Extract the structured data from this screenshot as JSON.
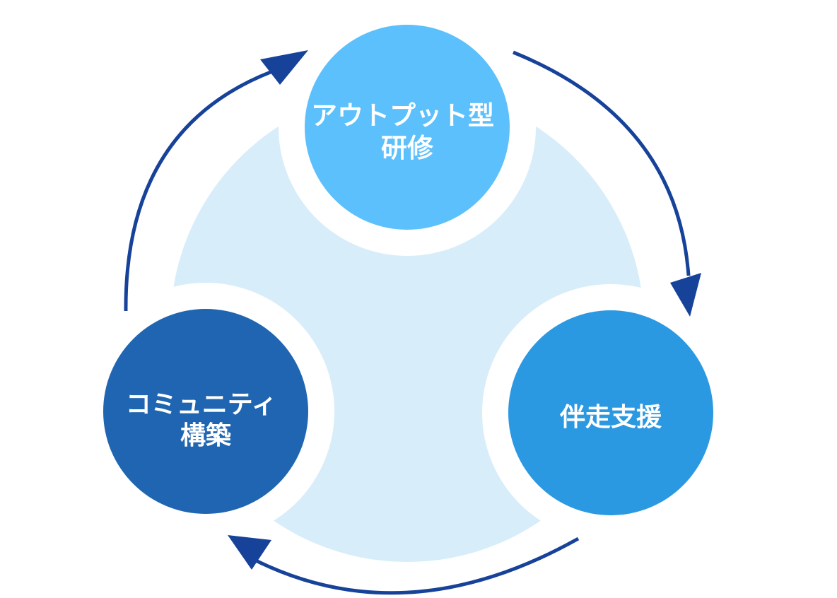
{
  "diagram": {
    "type": "cycle",
    "nodes": [
      {
        "id": "output-training",
        "label_lines": [
          "アウトプット型",
          "研修"
        ],
        "color": "#5CC0FC"
      },
      {
        "id": "accompanying-support",
        "label_lines": [
          "伴走支援"
        ],
        "color": "#2B99E2"
      },
      {
        "id": "community-building",
        "label_lines": [
          "コミュニティ",
          "構築"
        ],
        "color": "#1F65B2"
      }
    ],
    "edges": [
      {
        "from": "output-training",
        "to": "accompanying-support"
      },
      {
        "from": "accompanying-support",
        "to": "community-building"
      },
      {
        "from": "community-building",
        "to": "output-training"
      }
    ],
    "colors": {
      "center_fill": "#D8EDFA",
      "arrow": "#17429A",
      "background": "#FFFFFF",
      "label_text": "#FFFFFF"
    }
  }
}
